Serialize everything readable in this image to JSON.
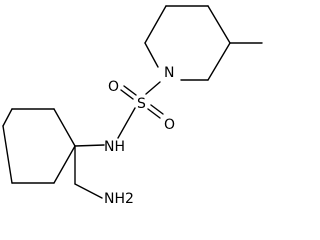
{
  "molecule": {
    "atoms": {
      "nitrogen_ring": "N",
      "sulfur": "S",
      "oxygen_top": "O",
      "oxygen_bottom": "O",
      "nitrogen_amide": "NH",
      "amine": "NH2"
    },
    "colors": {
      "bond": "#000000",
      "text": "#000000",
      "background": "#ffffff"
    }
  }
}
